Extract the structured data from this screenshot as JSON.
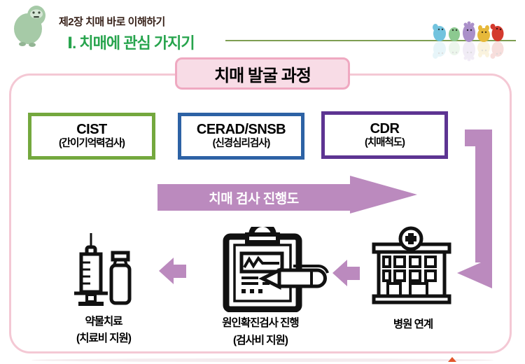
{
  "header": {
    "chapter": "제2장 치매 바로 이해하기",
    "section": "Ⅰ. 치매에 관심 가지기"
  },
  "diagram": {
    "title": "치매 발굴 과정",
    "tests": [
      {
        "name": "CIST",
        "subtitle": "(간이기억력검사)",
        "border_color": "#74a83e"
      },
      {
        "name": "CERAD/SNSB",
        "subtitle": "(신경심리검사)",
        "border_color": "#2d62a5"
      },
      {
        "name": "CDR",
        "subtitle": "(치매척도)",
        "border_color": "#5d3492"
      }
    ],
    "progress_arrow_label": "치매 검사 진행도",
    "steps": [
      {
        "icon": "syringe-vial-icon",
        "label": "약물치료",
        "note": "(치료비 지원)"
      },
      {
        "icon": "clipboard-pen-icon",
        "label": "원인확진검사 진행",
        "note": "(검사비 지원)"
      },
      {
        "icon": "hospital-icon",
        "label": "병원 연계",
        "note": ""
      }
    ]
  },
  "colors": {
    "chapter_text": "#38221a",
    "section_green": "#27a44d",
    "divider_olive": "#7e9e52",
    "frame_border_pink": "#f4c8d4",
    "title_fill_pink": "#f8dce6",
    "title_border_pink": "#efa9c1",
    "arrow_mauve": "#bb8abe",
    "icon_black": "#111111"
  }
}
